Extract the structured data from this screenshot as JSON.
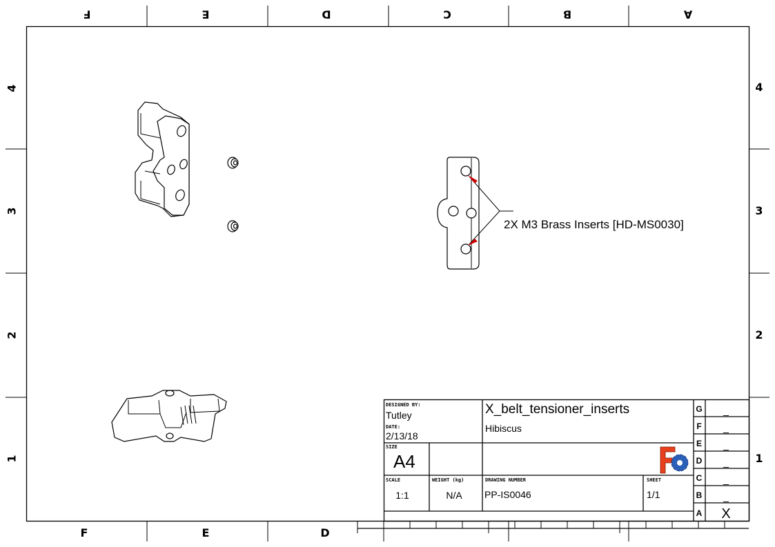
{
  "zones": {
    "columns": [
      "F",
      "E",
      "D",
      "C",
      "B",
      "A"
    ],
    "rows": [
      "4",
      "3",
      "2",
      "1"
    ]
  },
  "annotation": {
    "text": "2X M3 Brass Inserts [HD-MS0030]",
    "arrow_color": "#cc0000"
  },
  "title_block": {
    "designed_by_label": "DESIGNED BY:",
    "designed_by": "Tutley",
    "date_label": "DATE:",
    "date": "2/13/18",
    "title": "X_belt_tensioner_inserts",
    "subtitle": "Hibiscus",
    "size_label": "SIZE",
    "size": "A4",
    "scale_label": "SCALE",
    "scale": "1:1",
    "weight_label": "WEIGHT (kg)",
    "weight": "N/A",
    "drawing_number_label": "DRAWING NUMBER",
    "drawing_number": "PP-IS0046",
    "sheet_label": "SHEET",
    "sheet": "1/1",
    "revisions": [
      {
        "letter": "G",
        "value": "_"
      },
      {
        "letter": "F",
        "value": "_"
      },
      {
        "letter": "E",
        "value": "_"
      },
      {
        "letter": "D",
        "value": "_"
      },
      {
        "letter": "C",
        "value": "_"
      },
      {
        "letter": "B",
        "value": "_"
      },
      {
        "letter": "A",
        "value": "X"
      }
    ]
  },
  "logo": {
    "name": "freecad-logo",
    "colors": [
      "#e8401c",
      "#2b5fb8"
    ]
  }
}
